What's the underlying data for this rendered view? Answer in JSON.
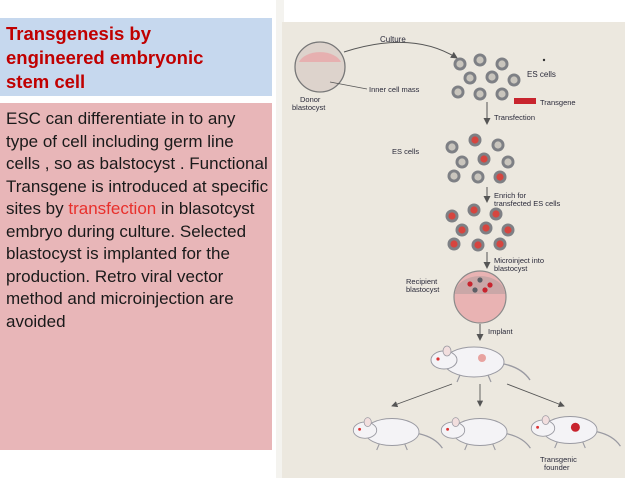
{
  "slide": {
    "title": "Transgenesis by\nengineered embryonic\nstem cell",
    "body": {
      "part1": "ESC can differentiate in to any type of cell  including germ line cells , so as balstocyst .  Functional Transgene is introduced at specific sites by ",
      "highlight": "transfection",
      "part2": "  in blasotcyst embryo during culture. Selected blastocyst is implanted for the production. Retro viral vector method and microinjection are avoided"
    },
    "colors": {
      "title_bg": "#c6d8ee",
      "title_text": "#c00000",
      "body_bg": "#e8b6b8",
      "highlight": "#e8302c"
    }
  },
  "figure": {
    "labels": {
      "culture": "Culture",
      "donor": "Donor\nblastocyst",
      "inner_cell_mass": "Inner cell mass",
      "es_cells_top": "ES cells",
      "transgene": "Transgene",
      "transfection": "Transfection",
      "es_cells_mid": "ES cells",
      "enrich": "Enrich for\ntransfected ES cells",
      "microinject": "Microinject into\nblastocyst",
      "recipient": "Recipient\nblastocyst",
      "implant": "Implant",
      "founder": "Transgenic\nfounder"
    },
    "icons": [
      "blastocyst-icon",
      "es-cell-icon",
      "transgene-bar-icon",
      "mouse-icon"
    ]
  }
}
